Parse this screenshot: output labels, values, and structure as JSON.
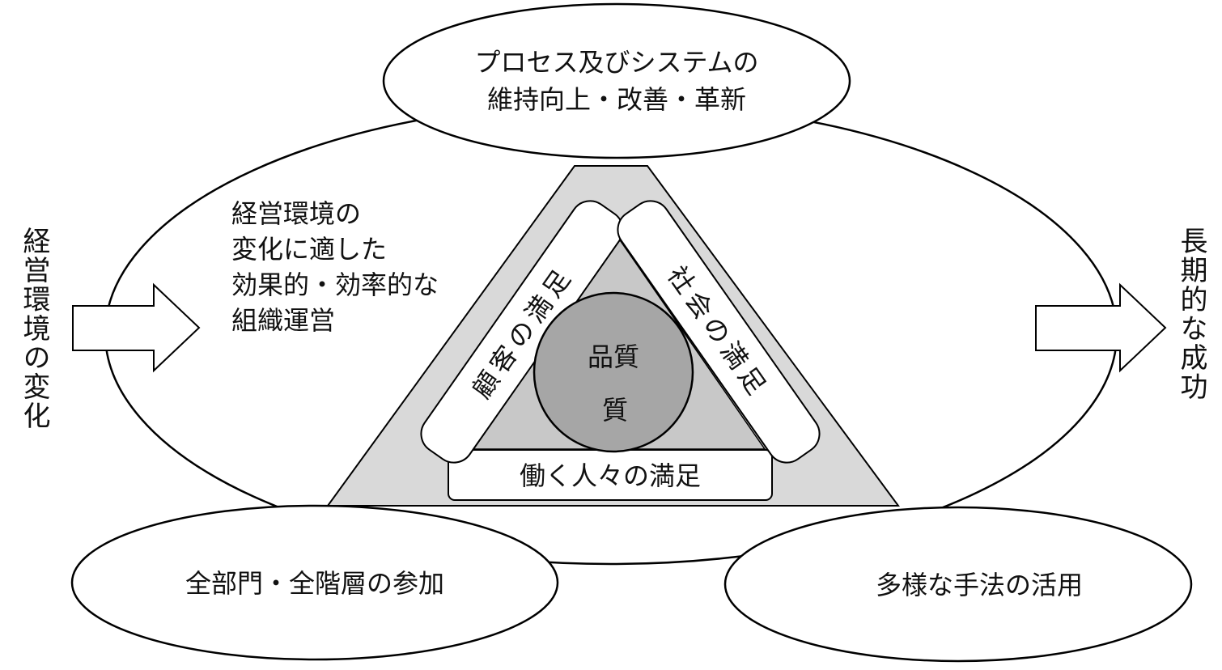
{
  "top_ellipse": {
    "line1": "プロセス及びシステムの",
    "line2": "維持向上・改善・革新"
  },
  "bottom_left_ellipse": {
    "label": "全部門・全階層の参加"
  },
  "bottom_right_ellipse": {
    "label": "多様な手法の活用"
  },
  "left_side": {
    "label": "経営環境の変化"
  },
  "right_side": {
    "label": "長期的な成功"
  },
  "inner_text": {
    "line1": "経営環境の",
    "line2": "変化に適した",
    "line3": "効果的・効率的な",
    "line4": "組織運営"
  },
  "triangle": {
    "left_band": "顧客の満足",
    "right_band": "社会の満足",
    "bottom_band": "働く人々の満足",
    "center_line1": "品質",
    "center_line2": "質"
  },
  "colors": {
    "outer_triangle_fill": "#d9d9d9",
    "inner_triangle_fill": "#c8c8c8",
    "center_circle_fill": "#a6a6a6",
    "stroke": "#000000"
  }
}
